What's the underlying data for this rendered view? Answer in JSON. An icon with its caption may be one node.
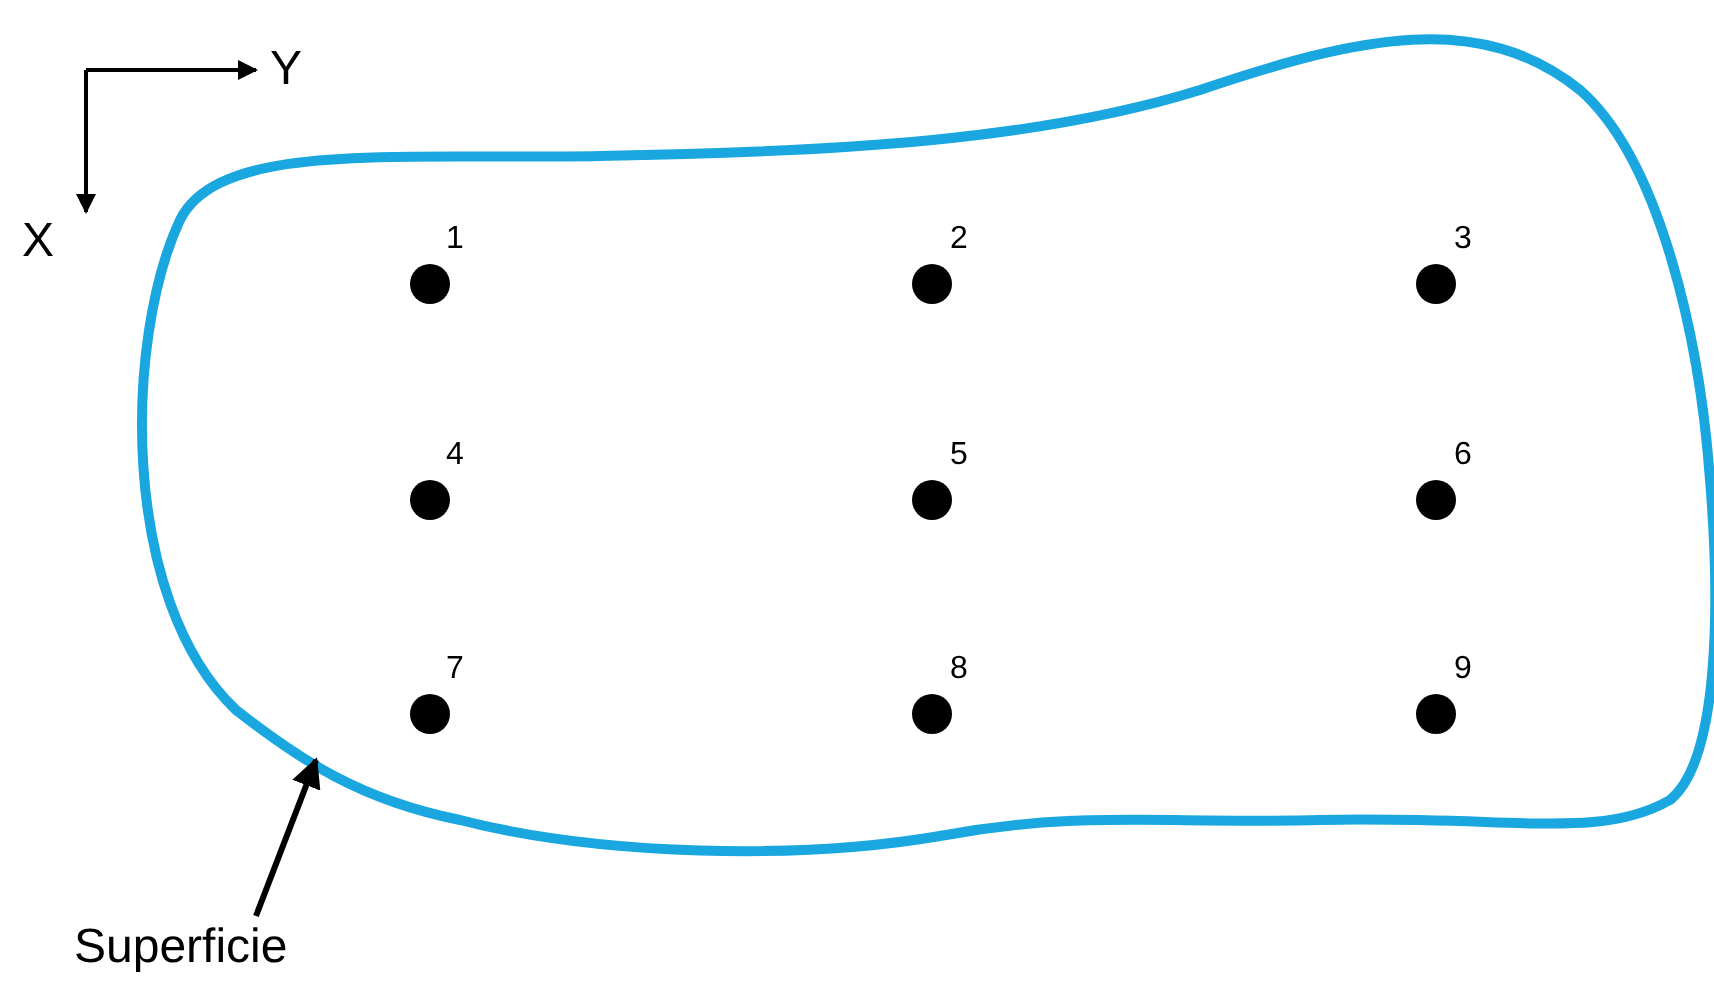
{
  "diagram": {
    "nodes": [
      {
        "text": [
          "Superficie"
        ]
      },
      {
        "text": [],
        "shape": "cloud"
      }
    ],
    "edges": [
      {
        "from": 0,
        "to": 1,
        "arrow": "to"
      }
    ],
    "labels": [
      "Y",
      "X",
      "1",
      "2",
      "3",
      "4",
      "5",
      "6",
      "7",
      "8",
      "9"
    ]
  }
}
